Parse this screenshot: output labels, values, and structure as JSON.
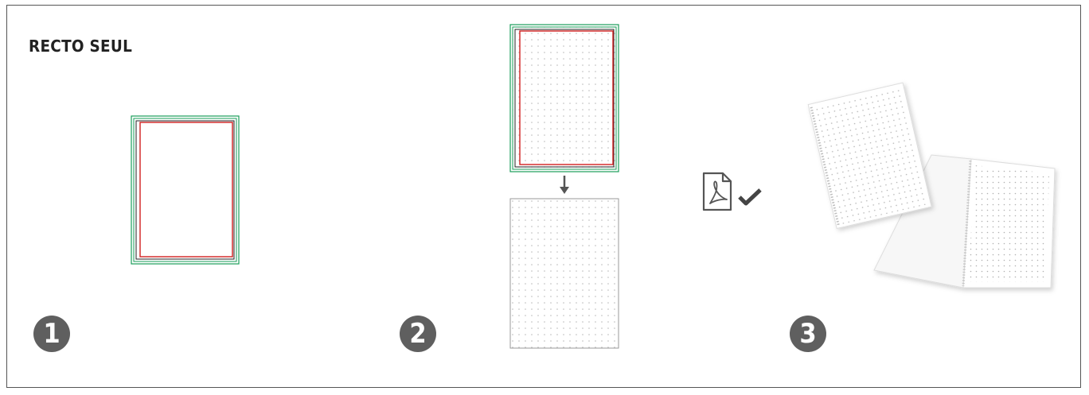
{
  "title": "RECTO SEUL",
  "steps": [
    {
      "number": "1"
    },
    {
      "number": "2"
    },
    {
      "number": "3"
    }
  ],
  "colors": {
    "bleed_line": "#1a9e5a",
    "trim_line": "#222222",
    "safe_line": "#d11f1f",
    "badge": "#5f5f5f",
    "dot_grid": "#b9b9b9"
  },
  "icons": [
    "pdf-file-icon",
    "checkmark-icon",
    "arrow-down-icon",
    "notebook-illustration"
  ]
}
